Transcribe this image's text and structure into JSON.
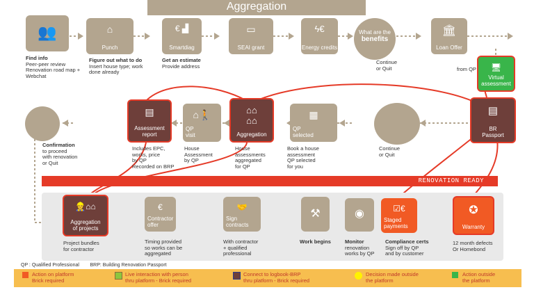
{
  "title": "Aggregation",
  "top_row": [
    {
      "label": "",
      "cap_bold": "Find info",
      "cap": "Peer-peer review\nRenovation road map +\nWebchat"
    },
    {
      "label": "Punch",
      "cap_bold": "Figure out what to do",
      "cap": "Insert house type; work\ndone already"
    },
    {
      "label": "Smartdiag",
      "cap_bold": "Get an estimate",
      "cap": "Provide address"
    },
    {
      "label": "SEAI grant"
    },
    {
      "label": "Energy credits"
    },
    {
      "label_top": "What are the",
      "label_bold": "benefits",
      "cap": "Continue\nor Quit"
    },
    {
      "label": "Loan Offer",
      "cap": "from QP"
    }
  ],
  "virtual": {
    "label": "Virtual\nassessment"
  },
  "mid_row": [
    {
      "label": "Assessment\nreport",
      "cap": "Includes EPC,\nworks, price\nby QP\nRecorded on BRP"
    },
    {
      "label": "QP\nvisit",
      "cap": "House\nAssessment\nby QP"
    },
    {
      "label": "Aggregation",
      "cap": "House\nassessments\naggregated\nfor QP"
    },
    {
      "label": "QP\nselected",
      "cap": "Book a house\nassessment\nQP selected\nfor you"
    },
    {
      "label": "",
      "cap": "Continue\nor Quit"
    },
    {
      "label": "BR\nPassport"
    }
  ],
  "left_circle": {
    "cap_bold": "Confirmation",
    "cap": "to proceed\nwith renovation\nor Quit"
  },
  "ribbon": "RENOVATION READY",
  "bottom_row": [
    {
      "label": "Aggregation\nof projects",
      "cap": "Project bundles\nfor contractor"
    },
    {
      "label": "Contractor\noffer",
      "cap": "Timing provided\nso works can be\naggregated"
    },
    {
      "label": "Sign\ncontracts",
      "cap": "With contractor\n+ qualified\nprofessional"
    },
    {
      "label": "",
      "cap_bold": "Work begins"
    },
    {
      "label": "",
      "cap_bold": "Monitor",
      "cap": "renovation\nworks by QP"
    },
    {
      "label": "Staged\npayments",
      "cap_bold": "Compliance certs",
      "cap": "Sign off by QP\nand by customer"
    },
    {
      "label": "Warranty",
      "cap": "12 month defects\nOr Homebond"
    }
  ],
  "abbrev_note": "QP : Qualified Professional        BRP: Building Renovation Passport",
  "legend": [
    {
      "color": "#f15a24",
      "text": "Action on platform\nBrick required"
    },
    {
      "color": "#8dc63f",
      "text": "Live interaction with person\nthru platform - Brick required"
    },
    {
      "color": "#6e3f3a",
      "text": "Connect to logbook-BRP\nthru platform - Brick required"
    },
    {
      "color": "#fff200",
      "text": "Decision made outside\nthe platform"
    },
    {
      "color": "#39b54a",
      "text": "Action outside\nthe platform"
    }
  ]
}
